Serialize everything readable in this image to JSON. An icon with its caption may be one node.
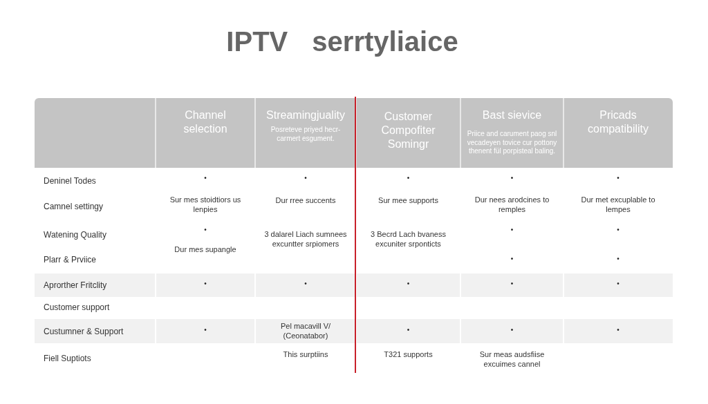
{
  "diagram": {
    "title": "IPTV serrtyliaice",
    "labels": [
      "Channel selection",
      "Streamingjuality",
      "Posreteve priyed hecr-carmert esgument.",
      "Customer Compofiter Somingr",
      "Bast sievice",
      "Priice and carument paog snl vecadeyen tovice cur pottony thenent fül porpisteal baling.",
      "Pricads compatibility",
      "Deninel Todes",
      "•",
      "•",
      "•",
      "•",
      "•",
      "Camnel settingy",
      "Sur mes stoidtiors us lenpies",
      "Dur rree succents",
      "Sur mee supports",
      "Dur nees arodcines to remples",
      "Dur met excuplable to lempes",
      "Watening Quality",
      "•",
      "3 dalarel Liach sumnees excuntter srpiomers",
      "3 Becrd Lach bvaness excuniter srponticts",
      "•",
      "•",
      "Plarr & Prviice",
      "Dur mes supangle",
      "•",
      "•",
      "Aprorther Fritclity",
      "•",
      "•",
      "•",
      "•",
      "•",
      "Customer support",
      "Custumner & Support",
      "•",
      "Pel macavill V/ (Ceonatabor)",
      "•",
      "•",
      "•",
      "Fiell Suptiots",
      "This surptiins",
      "T321 supports",
      "Sur meas audsfiise excuimes cannel"
    ]
  }
}
